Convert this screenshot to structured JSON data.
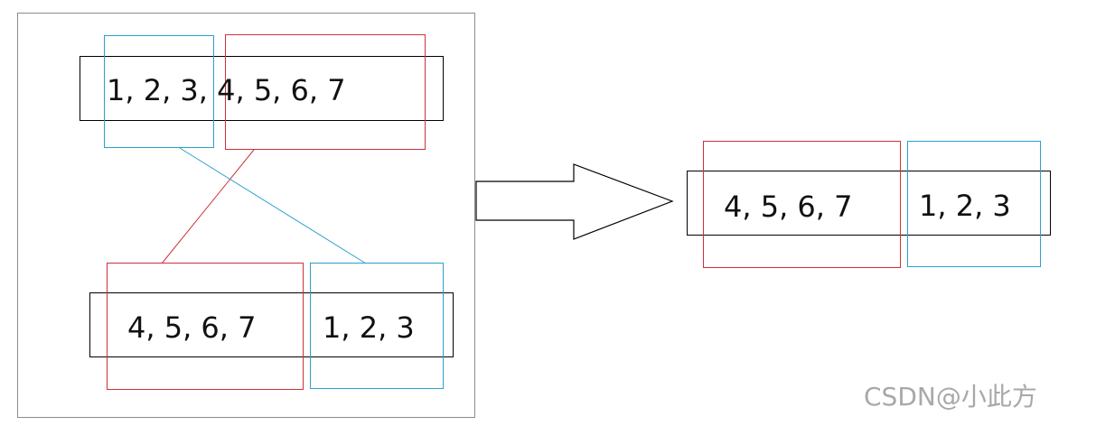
{
  "source": {
    "top_array": "1, 2, 3, 4, 5, 6, 7",
    "left_part": "4, 5, 6, 7",
    "right_part": "1, 2, 3"
  },
  "result": {
    "left_part": "4, 5, 6, 7",
    "right_part": "1, 2, 3"
  },
  "watermark": "CSDN@小此方",
  "colors": {
    "red": "#d0303a",
    "blue": "#2aa0cc",
    "frame": "#8c8c8c"
  }
}
